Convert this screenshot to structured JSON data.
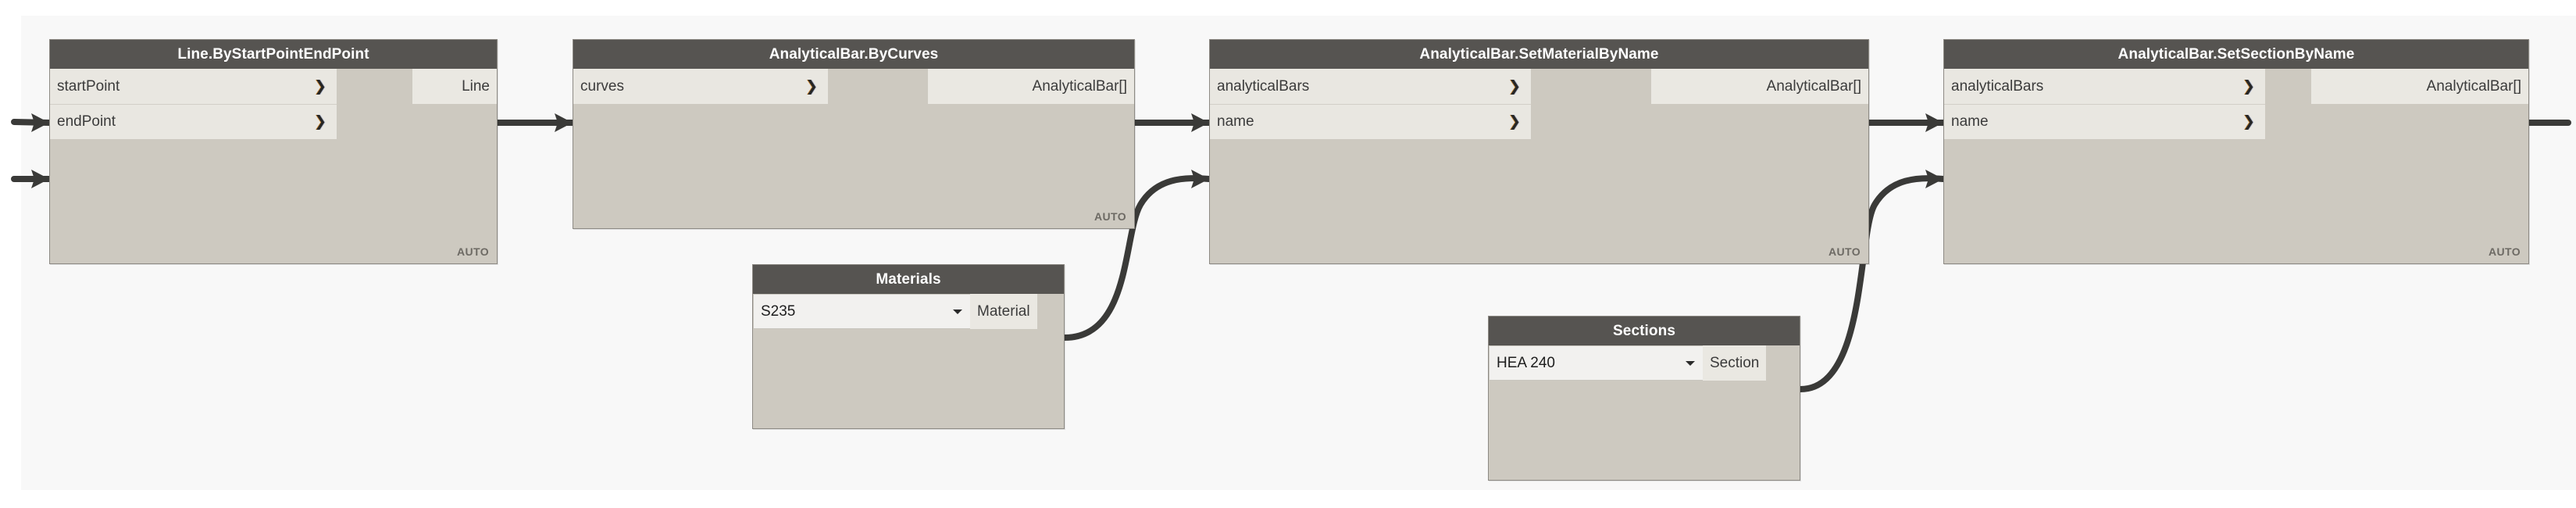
{
  "app": {
    "kind": "dynamo-node-graph",
    "canvas_color": "#f8f8f8",
    "node_header_color": "#565451",
    "node_body_color": "#cdc9c0",
    "port_row_color": "#e9e7e1",
    "wire_color": "#3a3a38",
    "chevron_accent": "#c87814"
  },
  "icons": {
    "chevron": "❯",
    "caret_down": "▾"
  },
  "badges": {
    "auto": "AUTO"
  },
  "nodes": [
    {
      "id": "line-by-start-point-end-point",
      "title": "Line.ByStartPointEndPoint",
      "inputs": [
        {
          "label": "startPoint"
        },
        {
          "label": "endPoint"
        }
      ],
      "outputs": [
        {
          "label": "Line"
        }
      ],
      "run_mode": "AUTO"
    },
    {
      "id": "analytical-bar-by-curves",
      "title": "AnalyticalBar.ByCurves",
      "inputs": [
        {
          "label": "curves"
        }
      ],
      "outputs": [
        {
          "label": "AnalyticalBar[]"
        }
      ],
      "run_mode": "AUTO"
    },
    {
      "id": "analytical-bar-set-material-by-name",
      "title": "AnalyticalBar.SetMaterialByName",
      "inputs": [
        {
          "label": "analyticalBars"
        },
        {
          "label": "name"
        }
      ],
      "outputs": [
        {
          "label": "AnalyticalBar[]"
        }
      ],
      "run_mode": "AUTO"
    },
    {
      "id": "analytical-bar-set-section-by-name",
      "title": "AnalyticalBar.SetSectionByName",
      "inputs": [
        {
          "label": "analyticalBars"
        },
        {
          "label": "name"
        }
      ],
      "outputs": [
        {
          "label": "AnalyticalBar[]"
        }
      ],
      "run_mode": "AUTO"
    }
  ],
  "dropdown_nodes": [
    {
      "id": "materials",
      "title": "Materials",
      "selected": "S235",
      "output": "Material"
    },
    {
      "id": "sections",
      "title": "Sections",
      "selected": "HEA 240",
      "output": "Section"
    }
  ]
}
